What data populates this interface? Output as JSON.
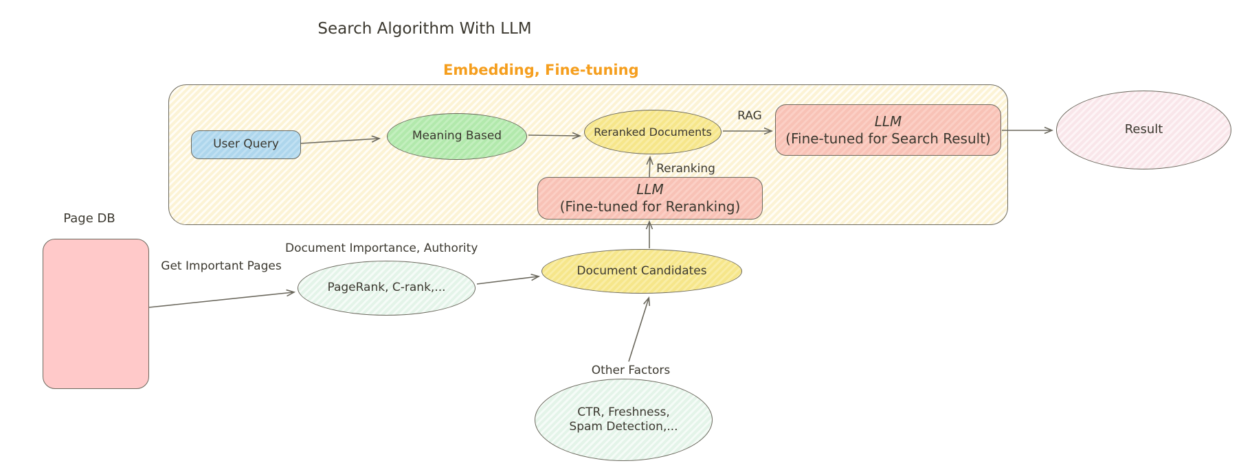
{
  "title": "Search Algorithm With LLM",
  "group_label": "Embedding, Fine-tuning",
  "colors": {
    "accent_orange": "#f59e1d",
    "stroke": "#6a675c",
    "text": "#3b382f",
    "node_blue": "#b3d9ec",
    "node_green": "#b5eaaf",
    "node_yellow": "#f7e78c",
    "node_salmon": "#f9c4b8",
    "node_pink": "#ffc9c9",
    "node_mint": "#e6f5ea",
    "node_rose": "#fae8ec",
    "container_cream": "#fcf3d5"
  },
  "nodes": {
    "user_query": {
      "label": "User Query"
    },
    "meaning_based": {
      "label": "Meaning Based"
    },
    "reranked_documents": {
      "label": "Reranked Documents"
    },
    "llm_search": {
      "line1": "LLM",
      "line2": "(Fine-tuned for Search Result)"
    },
    "llm_rerank": {
      "line1": "LLM",
      "line2": "(Fine-tuned for Reranking)"
    },
    "result": {
      "label": "Result"
    },
    "page_db": {
      "label": "Page DB"
    },
    "pagerank": {
      "label": "PageRank, C-rank,..."
    },
    "document_candidates": {
      "label": "Document Candidates"
    },
    "other_factors_detail": {
      "line1": "CTR, Freshness,",
      "line2": "Spam Detection,..."
    }
  },
  "edge_labels": {
    "rag": "RAG",
    "reranking": "Reranking",
    "get_important_pages": "Get Important Pages",
    "document_importance": "Document Importance, Authority",
    "other_factors": "Other Factors"
  }
}
